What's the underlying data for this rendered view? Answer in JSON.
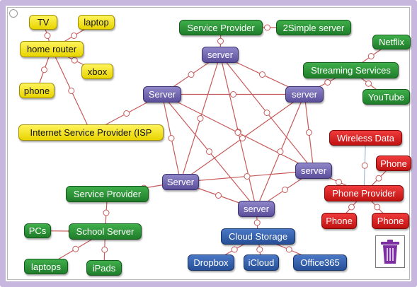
{
  "colors": {
    "edge": "#c65a5a",
    "frame": "#c7b7df",
    "yellow": "#f2e320",
    "green": "#2a8f36",
    "purple": "#6c61ad",
    "red": "#d62020",
    "blue": "#3560ac",
    "trash": "#7b2fa0"
  },
  "nodes": [
    {
      "id": "tv",
      "label": "TV",
      "color": "yellow"
    },
    {
      "id": "laptop",
      "label": "laptop",
      "color": "yellow"
    },
    {
      "id": "home_router",
      "label": "home router",
      "color": "yellow"
    },
    {
      "id": "xbox",
      "label": "xbox",
      "color": "yellow"
    },
    {
      "id": "phone_home",
      "label": "phone",
      "color": "yellow"
    },
    {
      "id": "isp",
      "label": "Internet Service Provider (ISP",
      "color": "yellow"
    },
    {
      "id": "sp_top",
      "label": "Service Provider",
      "color": "green"
    },
    {
      "id": "simple",
      "label": "2Simple server",
      "color": "green"
    },
    {
      "id": "netflix",
      "label": "Netflix",
      "color": "green"
    },
    {
      "id": "streaming",
      "label": "Streaming Services",
      "color": "green"
    },
    {
      "id": "youtube",
      "label": "YouTube",
      "color": "green"
    },
    {
      "id": "sp_left",
      "label": "Service Provider",
      "color": "green"
    },
    {
      "id": "pcs",
      "label": "PCs",
      "color": "green"
    },
    {
      "id": "school",
      "label": "School Server",
      "color": "green"
    },
    {
      "id": "laptops",
      "label": "laptops",
      "color": "green"
    },
    {
      "id": "ipads",
      "label": "iPads",
      "color": "green"
    },
    {
      "id": "srv_top",
      "label": "server",
      "color": "purple"
    },
    {
      "id": "srv_left",
      "label": "Server",
      "color": "purple"
    },
    {
      "id": "srv_right",
      "label": "server",
      "color": "purple"
    },
    {
      "id": "srv_botleft",
      "label": "Server",
      "color": "purple"
    },
    {
      "id": "srv_botright",
      "label": "server",
      "color": "purple"
    },
    {
      "id": "srv_bottom",
      "label": "server",
      "color": "purple"
    },
    {
      "id": "wireless",
      "label": "Wireless Data",
      "color": "red"
    },
    {
      "id": "phone_r1",
      "label": "Phone",
      "color": "red"
    },
    {
      "id": "phone_provider",
      "label": "Phone Provider",
      "color": "red"
    },
    {
      "id": "phone_r2",
      "label": "Phone",
      "color": "red"
    },
    {
      "id": "phone_r3",
      "label": "Phone",
      "color": "red"
    },
    {
      "id": "cloud",
      "label": "Cloud Storage",
      "color": "blue"
    },
    {
      "id": "dropbox",
      "label": "Dropbox",
      "color": "blue"
    },
    {
      "id": "icloud",
      "label": "iCloud",
      "color": "blue"
    },
    {
      "id": "office",
      "label": "Office365",
      "color": "blue"
    }
  ],
  "edges": [
    [
      "tv",
      "home_router"
    ],
    [
      "laptop",
      "home_router"
    ],
    [
      "home_router",
      "xbox"
    ],
    [
      "home_router",
      "phone_home"
    ],
    [
      "home_router",
      "isp"
    ],
    [
      "isp",
      "srv_left"
    ],
    [
      "sp_top",
      "simple"
    ],
    [
      "sp_top",
      "srv_top"
    ],
    [
      "netflix",
      "streaming"
    ],
    [
      "streaming",
      "youtube"
    ],
    [
      "streaming",
      "srv_right"
    ],
    [
      "srv_top",
      "srv_left"
    ],
    [
      "srv_top",
      "srv_right"
    ],
    [
      "srv_top",
      "srv_botleft"
    ],
    [
      "srv_top",
      "srv_botright"
    ],
    [
      "srv_top",
      "srv_bottom"
    ],
    [
      "srv_left",
      "srv_right"
    ],
    [
      "srv_left",
      "srv_botleft"
    ],
    [
      "srv_left",
      "srv_botright"
    ],
    [
      "srv_left",
      "srv_bottom"
    ],
    [
      "srv_right",
      "srv_botleft"
    ],
    [
      "srv_right",
      "srv_botright"
    ],
    [
      "srv_right",
      "srv_bottom"
    ],
    [
      "srv_botleft",
      "srv_botright"
    ],
    [
      "srv_botleft",
      "srv_bottom"
    ],
    [
      "srv_botright",
      "srv_bottom"
    ],
    [
      "srv_botleft",
      "sp_left"
    ],
    [
      "sp_left",
      "school"
    ],
    [
      "school",
      "pcs"
    ],
    [
      "school",
      "laptops"
    ],
    [
      "school",
      "ipads"
    ],
    [
      "srv_botright",
      "phone_provider"
    ],
    [
      "wireless",
      "phone_provider"
    ],
    [
      "phone_provider",
      "phone_r1"
    ],
    [
      "phone_provider",
      "phone_r2"
    ],
    [
      "phone_provider",
      "phone_r3"
    ],
    [
      "srv_bottom",
      "cloud"
    ],
    [
      "cloud",
      "dropbox"
    ],
    [
      "cloud",
      "icloud"
    ],
    [
      "cloud",
      "office"
    ]
  ],
  "trash": {
    "icon": "trash-icon"
  }
}
